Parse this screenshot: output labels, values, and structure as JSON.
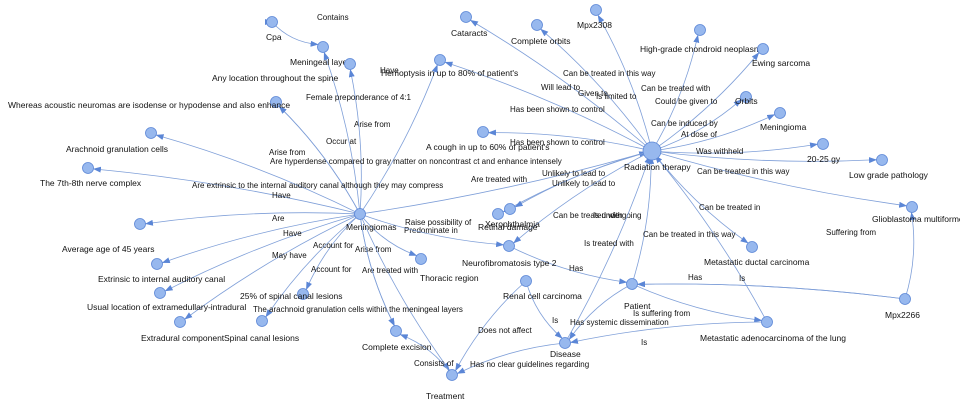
{
  "graph": {
    "colors": {
      "node_fill": "#97b8ee",
      "node_stroke": "#5b86d6",
      "edge": "#7f9fd8",
      "text": "#111111"
    },
    "nodes": [
      {
        "id": "radiation",
        "label": "Radiation therapy"
      },
      {
        "id": "meningiomas",
        "label": "Meningiomas"
      },
      {
        "id": "patient",
        "label": "Patient"
      },
      {
        "id": "disease",
        "label": "Disease"
      },
      {
        "id": "treatment",
        "label": "Treatment"
      },
      {
        "id": "cpa",
        "label": "Cpa"
      },
      {
        "id": "contains_end",
        "label": ""
      },
      {
        "id": "meningeal",
        "label": "Meningeal layers"
      },
      {
        "id": "spine",
        "label": "Any location throughout the spine"
      },
      {
        "id": "hemoptysis",
        "label": "Hemoptysis in up to 80% of patient's"
      },
      {
        "id": "acoustic",
        "label": "Whereas acoustic neuromas are isodense  or  hypodense  and  also enhance"
      },
      {
        "id": "arachnoid_cells",
        "label": "Arachnoid granulation cells"
      },
      {
        "id": "nerve",
        "label": "The 7th-8th nerve complex"
      },
      {
        "id": "age",
        "label": "Average age of 45 years"
      },
      {
        "id": "extrinsic",
        "label": "Extrinsic to internal auditory canal"
      },
      {
        "id": "usual",
        "label": "Usual location of extramedullary-intradural"
      },
      {
        "id": "extradural",
        "label": "Extradural component"
      },
      {
        "id": "spinal25",
        "label": "25% of spinal canal lesions"
      },
      {
        "id": "spinal",
        "label": "Spinal canal lesions"
      },
      {
        "id": "excision",
        "label": "Complete excision"
      },
      {
        "id": "thoracic",
        "label": "Thoracic region"
      },
      {
        "id": "retinal",
        "label": "Retinal damage"
      },
      {
        "id": "xeroph",
        "label": "Xerophthalmia"
      },
      {
        "id": "nf2",
        "label": "Neurofibromatosis type 2"
      },
      {
        "id": "renal",
        "label": "Renal cell carcinoma"
      },
      {
        "id": "cataracts",
        "label": "Cataracts"
      },
      {
        "id": "orbits_complete",
        "label": "Complete orbits"
      },
      {
        "id": "mpx2308",
        "label": "Mpx2308"
      },
      {
        "id": "chondroid",
        "label": "High-grade chondroid neoplasm"
      },
      {
        "id": "ewing",
        "label": "Ewing sarcoma"
      },
      {
        "id": "orbits",
        "label": "Orbits"
      },
      {
        "id": "meningioma",
        "label": "Meningioma"
      },
      {
        "id": "gy",
        "label": "20-25 gy"
      },
      {
        "id": "lowgrade",
        "label": "Low grade pathology"
      },
      {
        "id": "glioblastoma",
        "label": "Glioblastoma multiforme"
      },
      {
        "id": "mpx2266",
        "label": "Mpx2266"
      },
      {
        "id": "ductal",
        "label": "Metastatic ductal carcinoma"
      },
      {
        "id": "adeno",
        "label": "Metastatic adenocarcinoma of the lung"
      },
      {
        "id": "cough",
        "label": "A cough in up to 60% of patient's"
      }
    ],
    "edges": [
      {
        "from": "contains_end",
        "to": "cpa",
        "label": "Contains"
      },
      {
        "from": "contains_end",
        "to": "meningeal",
        "label": ""
      },
      {
        "from": "meningiomas",
        "to": "meningeal",
        "label": "Arise from"
      },
      {
        "from": "meningiomas",
        "to": "spine",
        "label": "Occur at"
      },
      {
        "from": "meningiomas",
        "to": "hemoptysis",
        "label": "Have"
      },
      {
        "from": "meningiomas",
        "to": "acoustic",
        "label": "Female preponderance of 4:1"
      },
      {
        "from": "meningiomas",
        "to": "arachnoid_cells",
        "label": "Arise from"
      },
      {
        "from": "meningiomas",
        "to": "nerve",
        "label": "Are hyperdense compared to gray matter on noncontrast ct and enhance intensely"
      },
      {
        "from": "meningiomas",
        "to": "age",
        "label": "Have"
      },
      {
        "from": "meningiomas",
        "to": "extrinsic",
        "label": "Are"
      },
      {
        "from": "meningiomas",
        "to": "usual",
        "label": "Have"
      },
      {
        "from": "meningiomas",
        "to": "extradural",
        "label": "May have"
      },
      {
        "from": "meningiomas",
        "to": "spinal25",
        "label": "Account for"
      },
      {
        "from": "meningiomas",
        "to": "spinal",
        "label": "Account for"
      },
      {
        "from": "meningiomas",
        "to": "excision",
        "label": "Arise from"
      },
      {
        "from": "meningiomas",
        "to": "thoracic",
        "label": "Predominate in"
      },
      {
        "from": "meningiomas",
        "to": "nf2",
        "label": "Raise possibility of"
      },
      {
        "from": "meningiomas",
        "to": "radiation",
        "label": "Are treated with"
      },
      {
        "from": "meningiomas",
        "to": "acoustic",
        "label": "Are extrinsic to the internal auditory canal although they may compress"
      },
      {
        "from": "meningiomas",
        "to": "treatment",
        "label": "Are treated with"
      },
      {
        "from": "treatment",
        "to": "excision",
        "label": "Consists of"
      },
      {
        "from": "meningiomas",
        "to": "excision",
        "label": "The arachnoid granulation cells within the meningeal layers"
      },
      {
        "from": "radiation",
        "to": "cataracts",
        "label": "Will lead to"
      },
      {
        "from": "radiation",
        "to": "orbits_complete",
        "label": "Given to"
      },
      {
        "from": "radiation",
        "to": "mpx2308",
        "label": "Is limited to"
      },
      {
        "from": "radiation",
        "to": "chondroid",
        "label": "Can be treated in this way"
      },
      {
        "from": "radiation",
        "to": "ewing",
        "label": "Can be treated with"
      },
      {
        "from": "radiation",
        "to": "orbits",
        "label": "Could be given to"
      },
      {
        "from": "radiation",
        "to": "meningioma",
        "label": "Can be induced by"
      },
      {
        "from": "radiation",
        "to": "gy",
        "label": "At dose of"
      },
      {
        "from": "radiation",
        "to": "lowgrade",
        "label": "Was withheld"
      },
      {
        "from": "radiation",
        "to": "glioblastoma",
        "label": "Can be treated in this way"
      },
      {
        "from": "radiation",
        "to": "hemoptysis",
        "label": "Has been shown to control"
      },
      {
        "from": "radiation",
        "to": "cough",
        "label": "Has been shown to control"
      },
      {
        "from": "radiation",
        "to": "retinal",
        "label": "Unlikely to lead to"
      },
      {
        "from": "radiation",
        "to": "xeroph",
        "label": "Unlikely to lead to"
      },
      {
        "from": "radiation",
        "to": "nf2",
        "label": "Can be treated with"
      },
      {
        "from": "radiation",
        "to": "ductal",
        "label": "Can be treated in"
      },
      {
        "from": "patient",
        "to": "radiation",
        "label": "Is undergoing"
      },
      {
        "from": "disease",
        "to": "radiation",
        "label": "Is treated with"
      },
      {
        "from": "adeno",
        "to": "radiation",
        "label": "Can be treated in this way"
      },
      {
        "from": "nf2",
        "to": "patient",
        "label": "Has"
      },
      {
        "from": "mpx2266",
        "to": "patient",
        "label": "Has"
      },
      {
        "from": "mpx2266",
        "to": "patient",
        "label": "Is"
      },
      {
        "from": "mpx2266",
        "to": "glioblastoma",
        "label": "Suffering from"
      },
      {
        "from": "patient",
        "to": "adeno",
        "label": "Is suffering from"
      },
      {
        "from": "patient",
        "to": "disease",
        "label": "Has systemic dissemination"
      },
      {
        "from": "adeno",
        "to": "disease",
        "label": "Is"
      },
      {
        "from": "renal",
        "to": "disease",
        "label": "Is"
      },
      {
        "from": "renal",
        "to": "treatment",
        "label": "Does not affect"
      },
      {
        "from": "disease",
        "to": "treatment",
        "label": "Has no clear guidelines regarding"
      }
    ]
  }
}
